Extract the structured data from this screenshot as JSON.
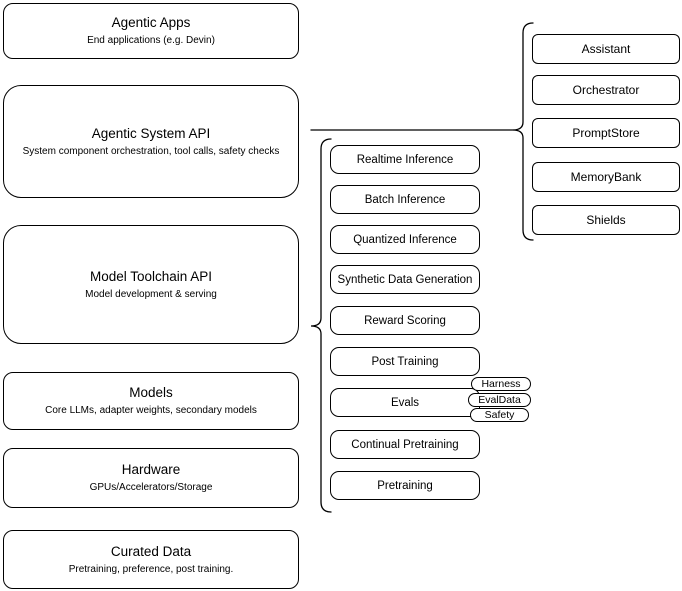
{
  "colors": {
    "stroke": "#000000",
    "node_fill": "#ffffff",
    "background": "#ffffff"
  },
  "left_stack": [
    {
      "title": "Agentic Apps",
      "subtitle": "End applications (e.g. Devin)"
    },
    {
      "title": "Agentic System API",
      "subtitle": "System component orchestration, tool calls, safety checks"
    },
    {
      "title": "Model Toolchain API",
      "subtitle": "Model development & serving"
    },
    {
      "title": "Models",
      "subtitle": "Core LLMs, adapter weights, secondary models"
    },
    {
      "title": "Hardware",
      "subtitle": "GPUs/Accelerators/Storage"
    },
    {
      "title": "Curated Data",
      "subtitle": "Pretraining, preference, post training."
    }
  ],
  "toolchain_group": {
    "items": [
      "Realtime Inference",
      "Batch Inference",
      "Quantized Inference",
      "Synthetic Data Generation",
      "Reward Scoring",
      "Post Training",
      "Evals",
      "Continual Pretraining",
      "Pretraining"
    ],
    "evals_tags": [
      "Harness",
      "EvalData",
      "Safety"
    ]
  },
  "system_group": {
    "items": [
      "Assistant",
      "Orchestrator",
      "PromptStore",
      "MemoryBank",
      "Shields"
    ]
  }
}
